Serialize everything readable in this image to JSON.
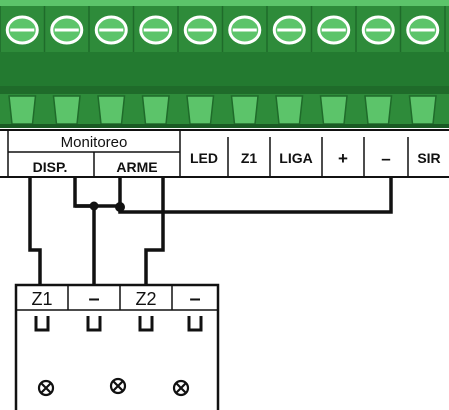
{
  "connector": {
    "color_base": "#2e8b3a",
    "color_light": "#5cc46a",
    "color_dark": "#1f6b2a",
    "group_label": "Monitoreo",
    "terminals": [
      "DISP.",
      "ARME",
      "LED",
      "Z1",
      "LIGA",
      "+",
      "–",
      "SIR"
    ]
  },
  "device": {
    "terminals": [
      "Z1",
      "–",
      "Z2",
      "–"
    ],
    "screw_icons": [
      "screw-icon",
      "screw-icon",
      "screw-icon"
    ]
  },
  "wire_color": "#111111"
}
